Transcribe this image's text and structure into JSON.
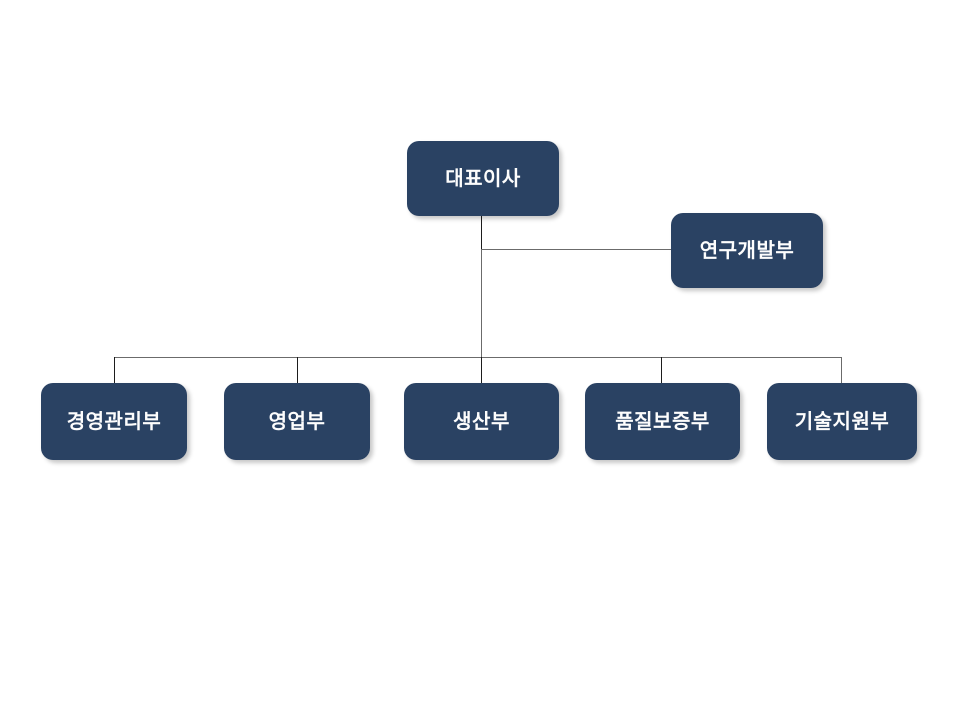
{
  "diagram": {
    "type": "organization-chart",
    "title_text": "",
    "background_color": "#ffffff",
    "node_fill_color": "#2a4263",
    "node_text_color": "#fdfdfd",
    "connector_color": "#6b6b6b",
    "root": {
      "id": "ceo",
      "label": "대표이사"
    },
    "staff": [
      {
        "id": "rnd",
        "label": "연구개발부"
      }
    ],
    "departments": [
      {
        "id": "dept-0",
        "label": "경영관리부"
      },
      {
        "id": "dept-1",
        "label": "영업부"
      },
      {
        "id": "dept-2",
        "label": "생산부"
      },
      {
        "id": "dept-3",
        "label": "품질보증부"
      },
      {
        "id": "dept-4",
        "label": "기술지원부"
      }
    ]
  }
}
